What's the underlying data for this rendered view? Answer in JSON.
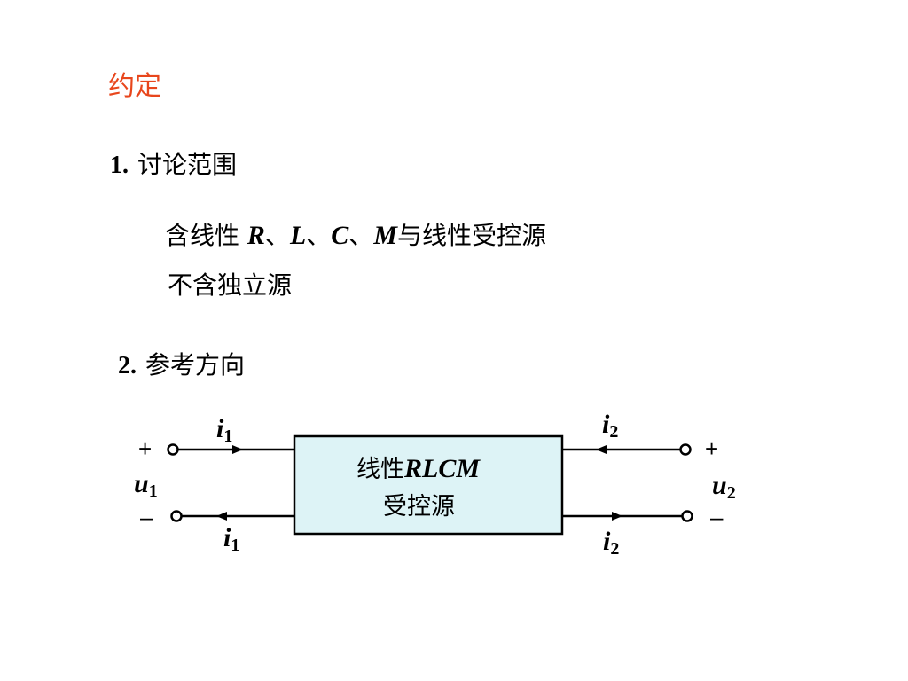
{
  "slide": {
    "title": "约定",
    "section1": {
      "number": "1.",
      "heading": "讨论范围",
      "line1_prefix": "含线性 ",
      "sym_r": "R",
      "sym_l": "L",
      "sym_c": "C",
      "sym_m": "M",
      "sep": "、",
      "line1_suffix": "与线性受控源",
      "line2": "不含独立源"
    },
    "section2": {
      "number": "2.",
      "heading": "参考方向"
    }
  },
  "circuit": {
    "box_line1_cn": "线性",
    "box_line1_it": "RLCM",
    "box_line2": "受控源",
    "current_symbol": "i",
    "voltage_symbol": "u",
    "port1_sub": "1",
    "port2_sub": "2",
    "plus": "+",
    "minus": "–",
    "box_fill": "#ddf3f6",
    "accent_color": "#e8461c"
  }
}
